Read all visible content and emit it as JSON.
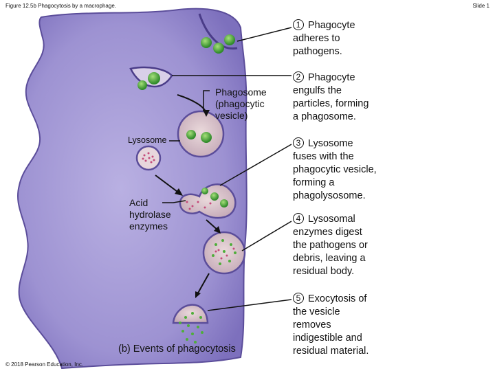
{
  "header": {
    "figure_title": "Figure 12.5b Phagocytosis by a macrophage.",
    "slide": "Slide 1"
  },
  "copyright": "© 2018 Pearson Education, Inc.",
  "caption": {
    "letter": "(b)",
    "text": "Events of phagocytosis"
  },
  "labels": {
    "phagosome": "Phagosome",
    "phagosome_sub1": "(phagocytic",
    "phagosome_sub2": "vesicle)",
    "lysosome": "Lysosome",
    "acid": "Acid",
    "hydrolase": "hydrolase",
    "enzymes": "enzymes"
  },
  "steps": [
    {
      "num": "1",
      "lines": [
        "Phagocyte",
        "adheres to",
        "pathogens."
      ]
    },
    {
      "num": "2",
      "lines": [
        "Phagocyte",
        "engulfs the",
        "particles, forming",
        "a phagosome."
      ]
    },
    {
      "num": "3",
      "lines": [
        "Lysosome",
        "fuses with the",
        "phagocytic vesicle,",
        "forming a",
        "phagolysosome."
      ]
    },
    {
      "num": "4",
      "lines": [
        "Lysosomal",
        "enzymes digest",
        "the pathogens or",
        "debris, leaving a",
        "residual body."
      ]
    },
    {
      "num": "5",
      "lines": [
        "Exocytosis of",
        "the vesicle",
        "removes",
        "indigestible and",
        "residual material."
      ]
    }
  ],
  "colors": {
    "cell_fill": "#9b8fd0",
    "cell_dark": "#6a5aa8",
    "vesicle_fill": "#d8c4cc",
    "pathogen": "#4fae3a",
    "enzyme": "#c44a7a"
  }
}
